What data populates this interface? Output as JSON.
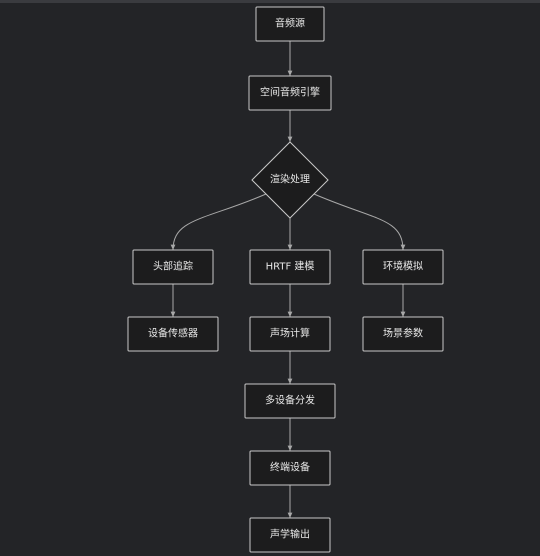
{
  "diagram": {
    "nodes": [
      {
        "id": "audio_source",
        "label": "音频源",
        "shape": "rect"
      },
      {
        "id": "spatial_engine",
        "label": "空间音频引擎",
        "shape": "rect"
      },
      {
        "id": "render",
        "label": "渲染处理",
        "shape": "diamond"
      },
      {
        "id": "head_tracking",
        "label": "头部追踪",
        "shape": "rect"
      },
      {
        "id": "hrtf",
        "label": "HRTF 建模",
        "shape": "rect"
      },
      {
        "id": "env_sim",
        "label": "环境模拟",
        "shape": "rect"
      },
      {
        "id": "sensors",
        "label": "设备传感器",
        "shape": "rect"
      },
      {
        "id": "sound_field",
        "label": "声场计算",
        "shape": "rect"
      },
      {
        "id": "scene_params",
        "label": "场景参数",
        "shape": "rect"
      },
      {
        "id": "multi_device",
        "label": "多设备分发",
        "shape": "rect"
      },
      {
        "id": "terminal",
        "label": "终端设备",
        "shape": "rect"
      },
      {
        "id": "acoustic_out",
        "label": "声学输出",
        "shape": "rect"
      }
    ],
    "edges": [
      {
        "from": "audio_source",
        "to": "spatial_engine"
      },
      {
        "from": "spatial_engine",
        "to": "render"
      },
      {
        "from": "render",
        "to": "head_tracking"
      },
      {
        "from": "render",
        "to": "hrtf"
      },
      {
        "from": "render",
        "to": "env_sim"
      },
      {
        "from": "head_tracking",
        "to": "sensors"
      },
      {
        "from": "hrtf",
        "to": "sound_field"
      },
      {
        "from": "env_sim",
        "to": "scene_params"
      },
      {
        "from": "sound_field",
        "to": "multi_device"
      },
      {
        "from": "multi_device",
        "to": "terminal"
      },
      {
        "from": "terminal",
        "to": "acoustic_out"
      }
    ]
  }
}
